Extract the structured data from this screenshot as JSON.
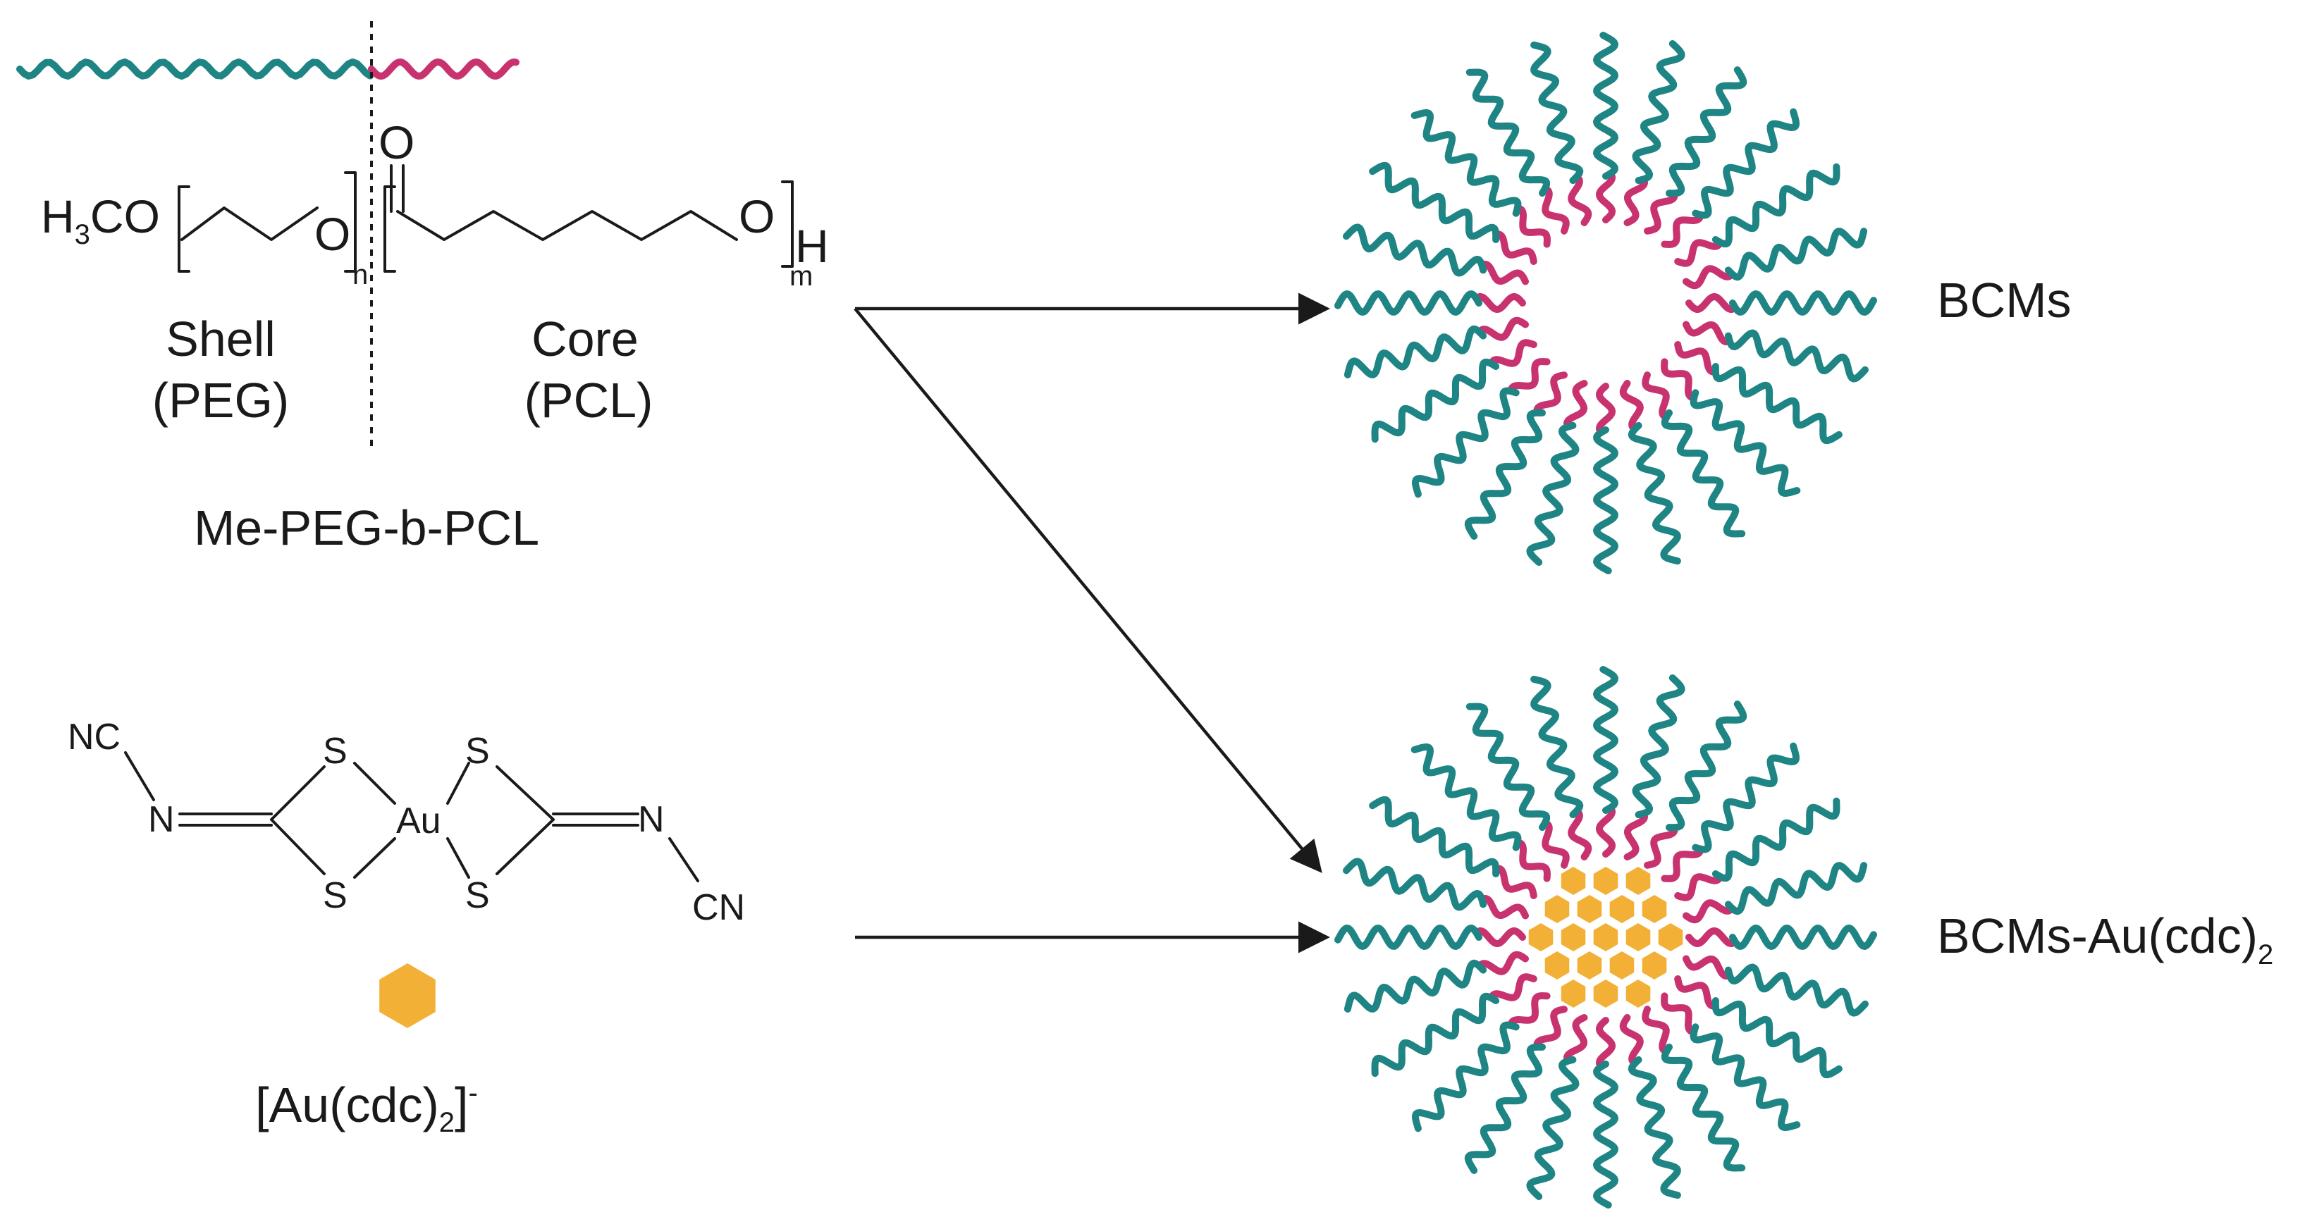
{
  "colors": {
    "peg_teal": "#1f8584",
    "pcl_pink": "#c8336f",
    "drug_gold": "#f2b136",
    "ink": "#1a1a1a"
  },
  "polymer": {
    "h3co_prefix": "H",
    "h3co_sub": "3",
    "h3co_suffix": "CO",
    "ether_o": "O",
    "carbonyl_o": "O",
    "ester_o": "O",
    "end_h": "H",
    "repeat_n": "n",
    "repeat_m": "m",
    "shell_label": "Shell",
    "shell_block": "(PEG)",
    "core_label": "Core",
    "core_block": "(PCL)",
    "name": "Me-PEG-b-PCL"
  },
  "complex": {
    "nc_left": "NC",
    "n_left": "N",
    "s_top_left": "S",
    "s_bottom_left": "S",
    "metal": "Au",
    "s_top_right": "S",
    "s_bottom_right": "S",
    "n_right": "N",
    "cn_right": "CN",
    "name_prefix": "[Au(cdc)",
    "name_sub": "2",
    "name_bracket": "]",
    "name_charge": "-"
  },
  "products": {
    "empty_label": "BCMs",
    "loaded_label_prefix": "BCMs-Au(cdc)",
    "loaded_label_sub": "2"
  }
}
